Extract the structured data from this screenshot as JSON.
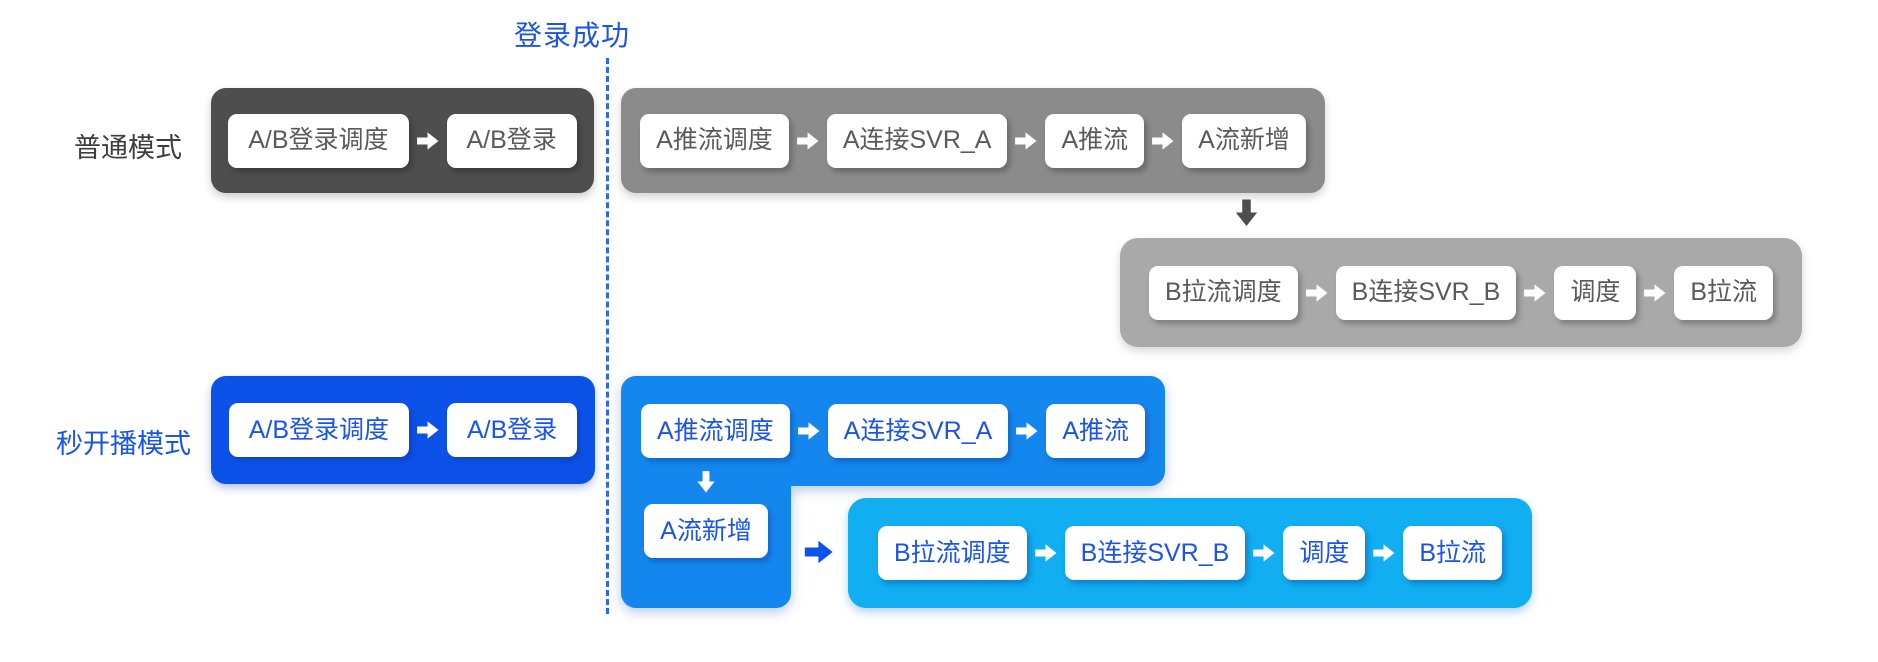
{
  "annotation": {
    "login_success": "登录成功"
  },
  "rows": {
    "normal": {
      "label": "普通模式",
      "login_flow": [
        "A/B登录调度",
        "A/B登录"
      ],
      "push_flow": [
        "A推流调度",
        "A连接SVR_A",
        "A推流",
        "A流新增"
      ],
      "pull_flow": [
        "B拉流调度",
        "B连接SVR_B",
        "调度",
        "B拉流"
      ]
    },
    "fast": {
      "label": "秒开播模式",
      "login_flow": [
        "A/B登录调度",
        "A/B登录"
      ],
      "push_flow": [
        "A推流调度",
        "A连接SVR_A",
        "A推流"
      ],
      "new_stream_step": "A流新增",
      "pull_flow": [
        "B拉流调度",
        "B连接SVR_B",
        "调度",
        "B拉流"
      ]
    }
  },
  "colors": {
    "dark_gray_container": "#4e4e4e",
    "medium_gray_container": "#8b8b8b",
    "light_gray_container": "#a9a9a9",
    "deep_blue_container": "#0d52e8",
    "azure_blue_container": "#1487ee",
    "cyan_blue_container": "#12aef2",
    "gray_step_text": "#5a5a5a",
    "blue_step_text": "#1a53ee",
    "normal_label_text": "#3e3e3e",
    "annotation_text": "#1a53ee",
    "divider_line": "#2d68f0",
    "step_box_background": "#ffffff"
  }
}
